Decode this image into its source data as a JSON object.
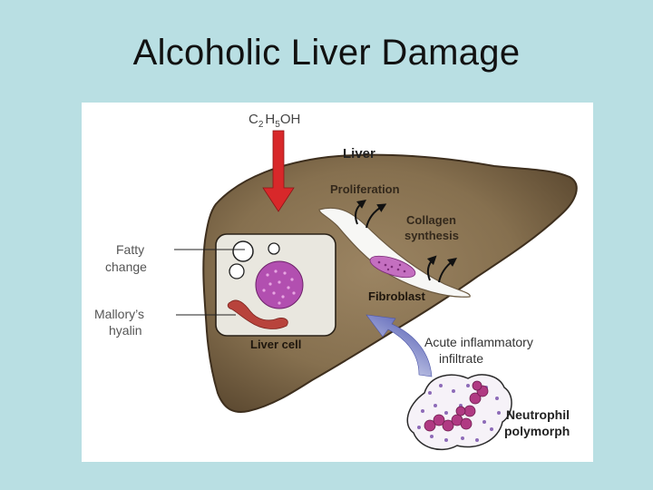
{
  "slide": {
    "title": "Alcoholic Liver Damage"
  },
  "diagram": {
    "formula": {
      "c": "C",
      "sub2": "2",
      "h": "H",
      "sub5": "5",
      "oh": "OH"
    },
    "labels": {
      "liver": "Liver",
      "proliferation": "Proliferation",
      "collagen_line1": "Collagen",
      "collagen_line2": "synthesis",
      "fibroblast": "Fibroblast",
      "fatty_line1": "Fatty",
      "fatty_line2": "change",
      "mallory_line1": "Mallory’s",
      "mallory_line2": "hyalin",
      "liver_cell": "Liver cell",
      "acute_line1": "Acute inflammatory",
      "acute_line2": "infiltrate",
      "neutrophil_line1": "Neutrophil",
      "neutrophil_line2": "polymorph"
    },
    "colors": {
      "liver_fill": "#86704f",
      "liver_stroke": "#3e2f1e",
      "ethanol_arrow": "#d8282a",
      "infiltrate_arrow": "#6f79c2",
      "nucleus": "#b24fb0",
      "hyalin": "#b8433c",
      "neutrophil": "#b03a83"
    }
  }
}
